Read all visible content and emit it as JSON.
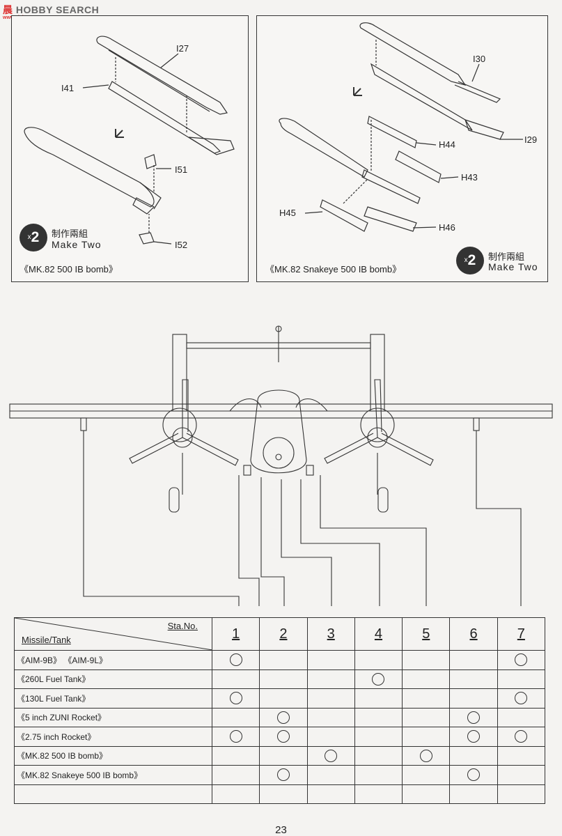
{
  "watermark": {
    "brand_cn": "晨",
    "brand_en": "HOBBY SEARCH",
    "sub": "www.xishu.com"
  },
  "panel_left": {
    "parts": [
      "I27",
      "I41",
      "I51",
      "I52"
    ],
    "quantity": "2",
    "quantity_prefix": "x",
    "make_cn": "制作兩組",
    "make_en": "Make Two",
    "caption": "《MK.82 500 IB bomb》"
  },
  "panel_right": {
    "parts": [
      "I30",
      "I29",
      "H44",
      "H43",
      "H45",
      "H46"
    ],
    "quantity": "2",
    "quantity_prefix": "x",
    "make_cn": "制作兩組",
    "make_en": "Make Two",
    "caption": "《MK.82 Snakeye 500 IB bomb》"
  },
  "table": {
    "header_station": "Sta.No.",
    "header_weapon": "Missile/Tank",
    "stations": [
      "1",
      "2",
      "3",
      "4",
      "5",
      "6",
      "7"
    ],
    "rows": [
      {
        "label": "《AIM-9B》  《AIM-9L》",
        "marks": [
          true,
          false,
          false,
          false,
          false,
          false,
          true
        ]
      },
      {
        "label": "《260L Fuel Tank》",
        "marks": [
          false,
          false,
          false,
          true,
          false,
          false,
          false
        ]
      },
      {
        "label": "《130L Fuel Tank》",
        "marks": [
          true,
          false,
          false,
          false,
          false,
          false,
          true
        ]
      },
      {
        "label": "《5 inch ZUNI Rocket》",
        "marks": [
          false,
          true,
          false,
          false,
          false,
          true,
          false
        ]
      },
      {
        "label": "《2.75 inch Rocket》",
        "marks": [
          true,
          true,
          false,
          false,
          false,
          true,
          true
        ]
      },
      {
        "label": "《MK.82 500 IB bomb》",
        "marks": [
          false,
          false,
          true,
          false,
          true,
          false,
          false
        ]
      },
      {
        "label": "《MK.82 Snakeye 500 IB bomb》",
        "marks": [
          false,
          true,
          false,
          false,
          false,
          true,
          false
        ]
      },
      {
        "label": "",
        "marks": [
          false,
          false,
          false,
          false,
          false,
          false,
          false
        ]
      }
    ]
  },
  "page_number": "23"
}
